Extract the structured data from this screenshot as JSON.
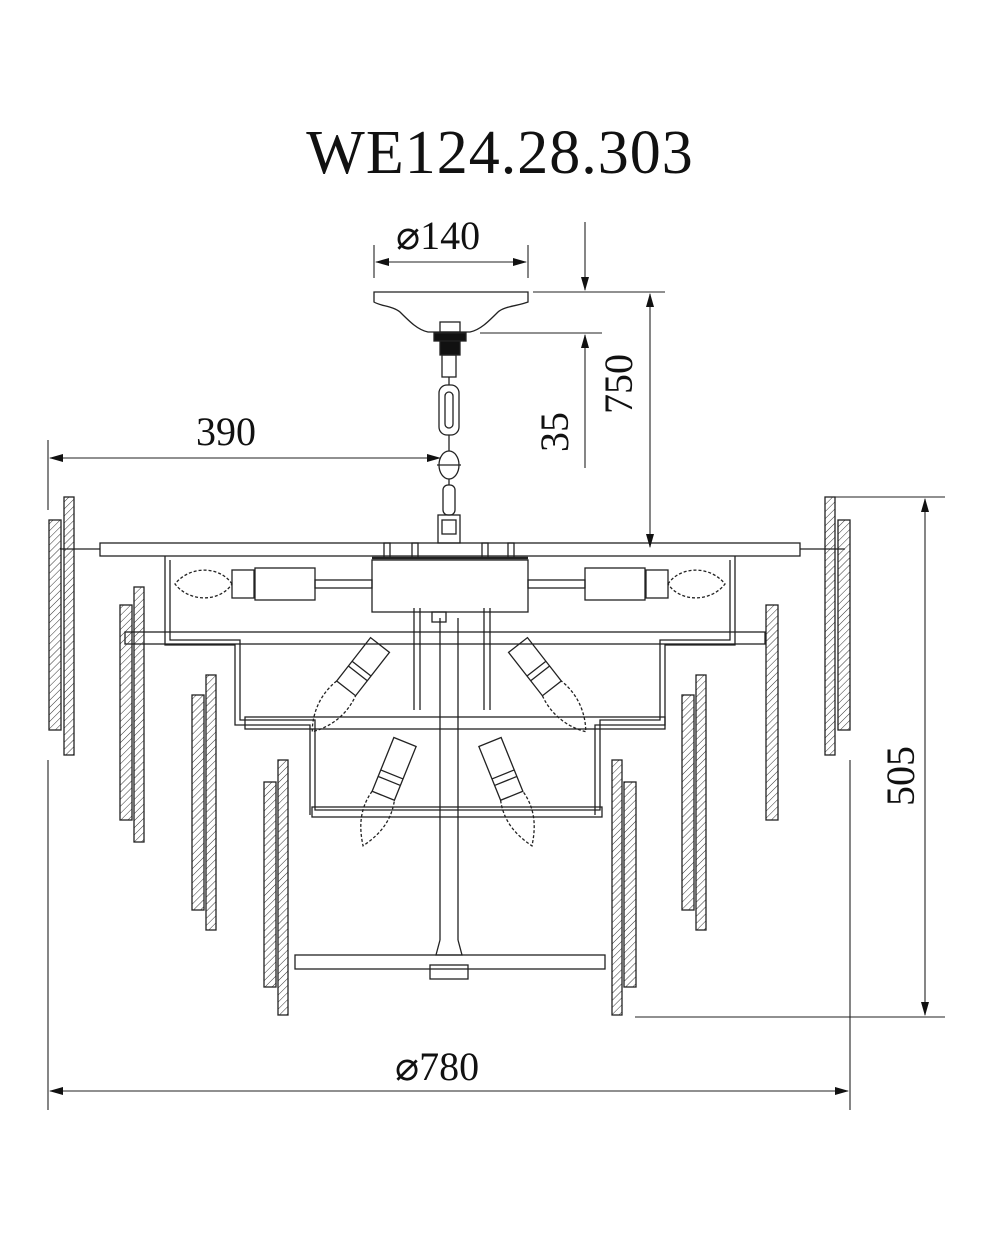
{
  "drawing": {
    "title": "WE124.28.303",
    "type": "chandelier technical drawing (front elevation)",
    "line_color": "#222222",
    "background": "#ffffff"
  },
  "dimensions": {
    "canopy_diameter": "⌀140",
    "canopy_height": "35",
    "max_height": "750",
    "half_width": "390",
    "body_height": "505",
    "overall_diameter": "⌀780"
  },
  "components": {
    "canopy": "ceiling canopy",
    "chain": "suspension chain",
    "hub": "central junction box",
    "arms": [
      "upper ring",
      "middle ring",
      "lower ring",
      "bottom ring"
    ],
    "lamps": [
      "candle lamp left horizontal",
      "candle lamp right horizontal",
      "candle lamp upper-left angled",
      "candle lamp upper-right angled",
      "candle lamp lower-left angled",
      "candle lamp lower-right angled"
    ],
    "glass_panels": "vertical glass slats on tiered rings"
  }
}
